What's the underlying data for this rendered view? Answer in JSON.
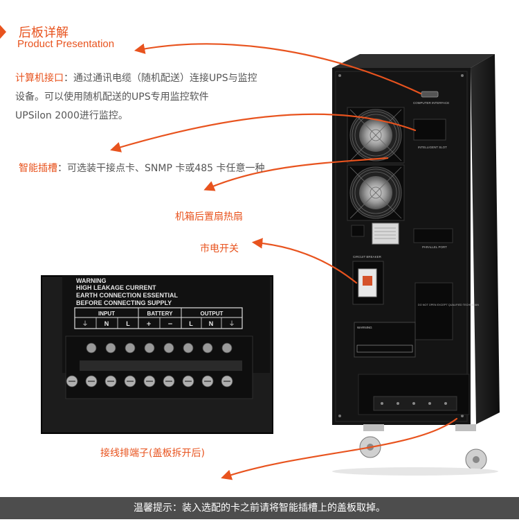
{
  "header": {
    "title_cn": "后板详解",
    "title_en": "Product Presentation"
  },
  "annotations": {
    "computer_interface": {
      "label": "计算机接口",
      "line1": "：通过通讯电缆（随机配送）连接UPS与监控",
      "line2": "设备。可以使用随机配送的UPS专用监控软件",
      "line3": "UPSilon 2000进行监控。"
    },
    "intelligent_slot": {
      "label": "智能插槽",
      "text": "：可选装干接点卡、SNMP 卡或485 卡任意一种"
    },
    "fans": "机箱后置扇热扇",
    "mains_switch": "市电开关",
    "terminal": "接线排端子(盖板拆开后)"
  },
  "device_labels": {
    "computer_interface": "COMPUTER INTERFACE",
    "intelligent_slot": "INTELLIGENT SLOT",
    "parallel_port": "PARALLEL PORT",
    "circuit_breaker": "CIRCUIT BREAKER",
    "do_not_open": "DO NOT OPEN EXCEPT QUALIFIED TECHNICIAN",
    "small_warning": "WARNING"
  },
  "closeup": {
    "warning_title": "WARNING",
    "warning_lines": [
      "HIGH LEAKAGE CURRENT",
      "EARTH CONNECTION ESSENTIAL",
      "BEFORE CONNECTING SUPPLY"
    ],
    "groups": [
      "INPUT",
      "BATTERY",
      "OUTPUT"
    ],
    "terminals": [
      "⏚",
      "N",
      "L",
      "+",
      "−",
      "L",
      "N",
      "⏚"
    ]
  },
  "footer": {
    "tip": "温馨提示：装入选配的卡之前请将智能插槽上的盖板取掉。"
  },
  "colors": {
    "accent": "#e8531e",
    "footer_bg": "#4d4d4d",
    "device_body": "#1a1a1a"
  }
}
